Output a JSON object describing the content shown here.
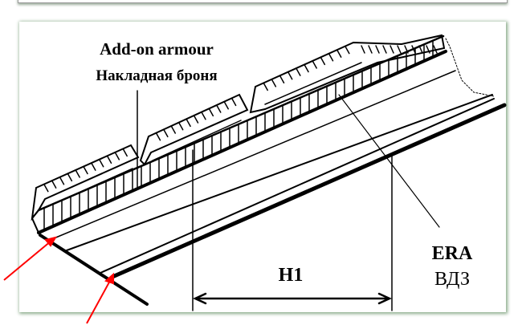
{
  "labels": {
    "addon_en": "Add-on armour",
    "addon_ru": "Накладная броня",
    "era_en": "ERA",
    "era_ru": "ВДЗ",
    "dimension": "H1"
  },
  "colors": {
    "line": "#000000",
    "arrow": "#ff0000",
    "frame_shadow": "#88aa88"
  }
}
